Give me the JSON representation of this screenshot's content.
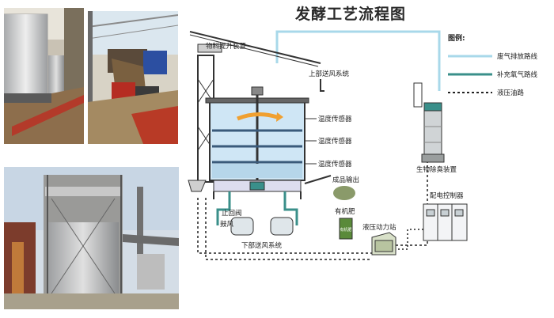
{
  "title": "发酵工艺流程图",
  "legend": {
    "heading": "图例:",
    "items": [
      {
        "label": "废气排放路线",
        "color": "#a8d8ea",
        "style": "solid"
      },
      {
        "label": "补充氧气路线",
        "color": "#3a8f8a",
        "style": "solid"
      },
      {
        "label": "液压油路",
        "color": "#222222",
        "style": "dashed"
      }
    ]
  },
  "labels": {
    "lifting_device": "物料提升装置",
    "upper_air": "上部送风系统",
    "temp_sensor_1": "温度传感器",
    "temp_sensor_2": "温度传感器",
    "temp_sensor_3": "温度传感器",
    "product_output": "成品输出",
    "organic_fertilizer": "有机肥",
    "check_valve": "止回阀",
    "fan": "鼓风",
    "lower_air": "下部送风系统",
    "hydraulic_station": "液压动力站",
    "deodorizer": "生物除臭装置",
    "control_cabinet": "配电控制器"
  },
  "fertilizer_bag_text": "有机肥",
  "colors": {
    "exhaust": "#a8d8ea",
    "oxygen": "#3a8f8a",
    "hydraulic": "#222222",
    "tank_fill": "#cfe6f5",
    "structure": "#333333"
  }
}
